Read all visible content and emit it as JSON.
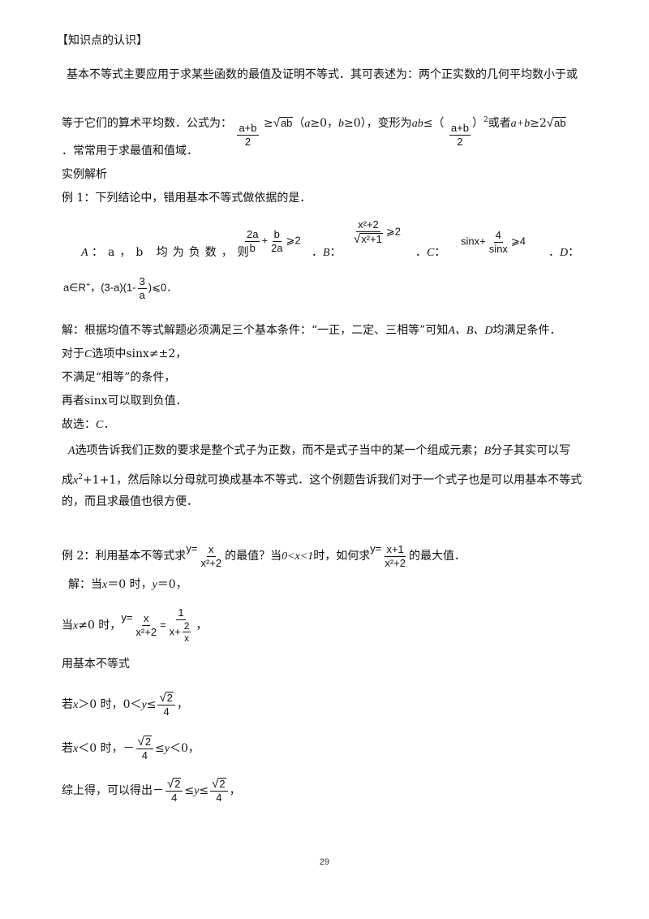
{
  "heading": "【知识点的认识】",
  "intro": {
    "line1": "基本不等式主要应用于求某些函数的最值及证明不等式．其可表述为：两个正实数的几何平均数小于或",
    "line2_prefix": "等于它们的算术平均数．公式为：",
    "f_num": "a+b",
    "f_den": "2",
    "ge_sqrt": "≥",
    "sqrt_ab": "ab",
    "cond_a": "a",
    "cond_mid": "≥0，",
    "cond_b": "b",
    "cond_end": "≥0），变形为",
    "ab": "ab",
    "le_paren": "≤（",
    "close_paren_sq": "）",
    "sq": "2",
    "or_text": "或者",
    "ab_sum": "a+b",
    "ge2": "≥2",
    "line3": "．常常用于求最值和值域．"
  },
  "example_title": "实例解析",
  "ex1": {
    "question": "例 1：下列结论中，错用基本不等式做依据的是．",
    "a_label": "A",
    "a_text": "：a，b 均为负数，则",
    "a_f1_num": "2a",
    "a_f1_den": "b",
    "a_f2_num": "b",
    "a_f2_den": "2a",
    "a_rel": "⩾2",
    "b_label": "B",
    "b_num": "x²+2",
    "b_den": "x²+1",
    "b_rel": "⩾2",
    "c_label": "C",
    "c_pre": "sinx+",
    "c_num": "4",
    "c_den": "sinx",
    "c_rel": "⩾4",
    "d_label": "D",
    "d_a": "a∈R",
    "d_plus": "+",
    "d_expr1": "，(3-a)(1-",
    "d_num": "3",
    "d_den": "a",
    "d_expr2": ")⩽0",
    "sol1": "解：根据均值不等式解题必须满足三个基本条件：“一正，二定、三相等”可知",
    "sol1_abd": "A、B、D",
    "sol1_end": "均满足条件．",
    "sol2_a": "对于",
    "sol2_c": "C",
    "sol2_b": "选项中",
    "sol2_sin": "sinx≠±2，",
    "sol3": "不满足“相等”的条件，",
    "sol4_a": "再者",
    "sol4_sin": "sinx",
    "sol4_b": "可以取到负值．",
    "answer_a": "故选：",
    "answer_c": "C．",
    "comment1_a": "A",
    "comment1_b": "选项告诉我们正数的要求是整个式子为正数，而不是式子当中的某一个组成元素；",
    "comment1_c": "B",
    "comment1_d": "分子其实可以写",
    "comment2_a": "成",
    "comment2_x": "x",
    "comment2_sup": "2",
    "comment2_b": "+1+1，然后除以分母就可换成基本不等式．这个例题告诉我们对于一个式子也是可以用基本不等式",
    "comment3": "的，而且求最值也很方便．"
  },
  "ex2": {
    "q_a": "例 2：利用基本不等式求",
    "q_y1": "y=",
    "q_f1_num": "x",
    "q_f1_den": "x²+2",
    "q_b": "的最值？当",
    "q_cond": "0<x<1",
    "q_c": "时，如何求",
    "q_y2": "y=",
    "q_f2_num": "x+1",
    "q_f2_den": "x²+2",
    "q_d": "的最大值．",
    "s1_a": "解：当",
    "s1_x": "x",
    "s1_b": "＝0 时，",
    "s1_y": "y",
    "s1_c": "＝0，",
    "s2_a": "当",
    "s2_x": "x",
    "s2_b": "≠0 时，",
    "s2_y": "y=",
    "s2_f_num": "x",
    "s2_f_den": "x²+2",
    "s2_eq": "=",
    "s2_g_num": "1",
    "s2_g_den_pre": "x+",
    "s2_g_in_num": "2",
    "s2_g_in_den": "x",
    "s2_end": "，",
    "s3": "用基本不等式",
    "s4_a": "若",
    "s4_x": "x",
    "s4_b": "＞0 时，0＜",
    "s4_y": "y",
    "s4_c": "≤",
    "rt2": "2",
    "four": "4",
    "s4_end": "，",
    "s5_a": "若",
    "s5_x": "x",
    "s5_b": "＜0 时，－",
    "s5_c": "≤",
    "s5_y": "y",
    "s5_d": "＜0，",
    "s6_a": "综上得，可以得出－",
    "s6_b": "≤",
    "s6_y": "y",
    "s6_c": "≤",
    "s6_end": "，"
  },
  "page_number": "29"
}
